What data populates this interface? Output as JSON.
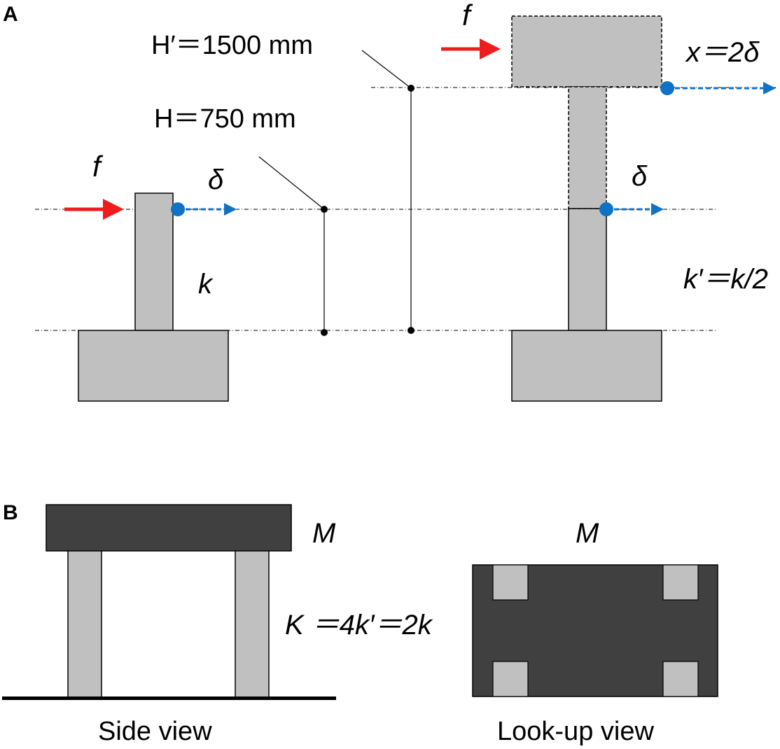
{
  "panel_a": {
    "letter": "A",
    "labels": {
      "h_prime": "H′＝1500 mm",
      "h": "H＝750 mm",
      "force_left": "f",
      "force_right": "f",
      "delta_left": "δ",
      "delta_right": "δ",
      "k_left": "k",
      "k_prime": "k′＝k/2",
      "x_disp": "x＝2δ"
    }
  },
  "panel_b": {
    "letter": "B",
    "labels": {
      "mass_side": "M",
      "mass_look": "M",
      "stiffness": "K ＝4k′＝2k",
      "side_view": "Side view",
      "look_up_view": "Look-up view"
    }
  },
  "colors": {
    "column_fill": "#c0c0c0",
    "mass_fill": "#404040",
    "force_arrow": "#ee1c1c",
    "displacement": "#0f72c4"
  }
}
